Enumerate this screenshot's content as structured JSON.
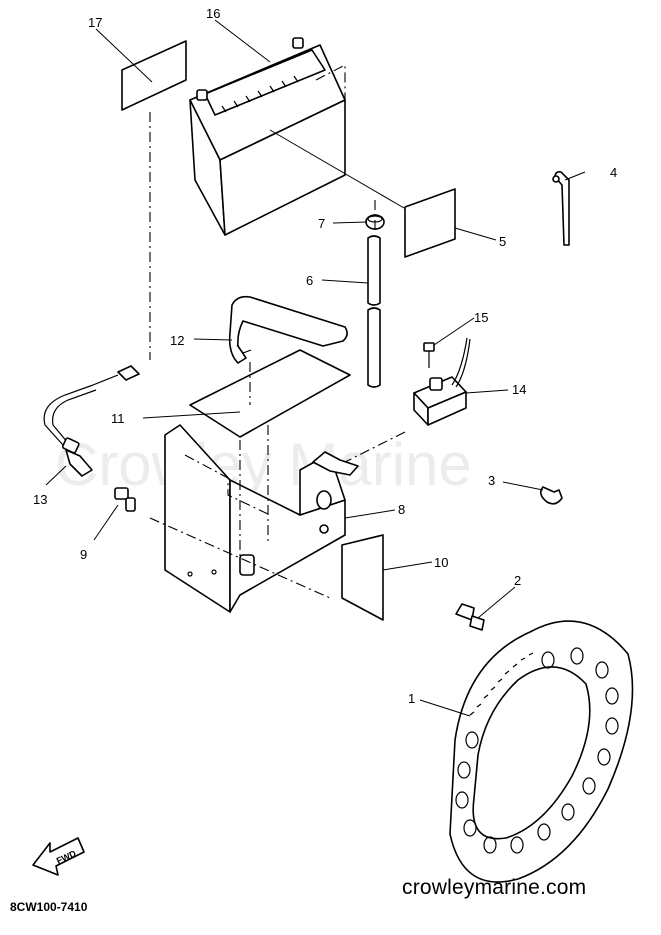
{
  "watermark": "Crowley Marine",
  "drawing_code": "8CW100-7410",
  "site": "crowleymarine.com",
  "fwd_label": "FWD",
  "callouts": [
    "1",
    "2",
    "3",
    "4",
    "5",
    "6",
    "7",
    "8",
    "9",
    "10",
    "11",
    "12",
    "13",
    "14",
    "15",
    "16",
    "17"
  ]
}
